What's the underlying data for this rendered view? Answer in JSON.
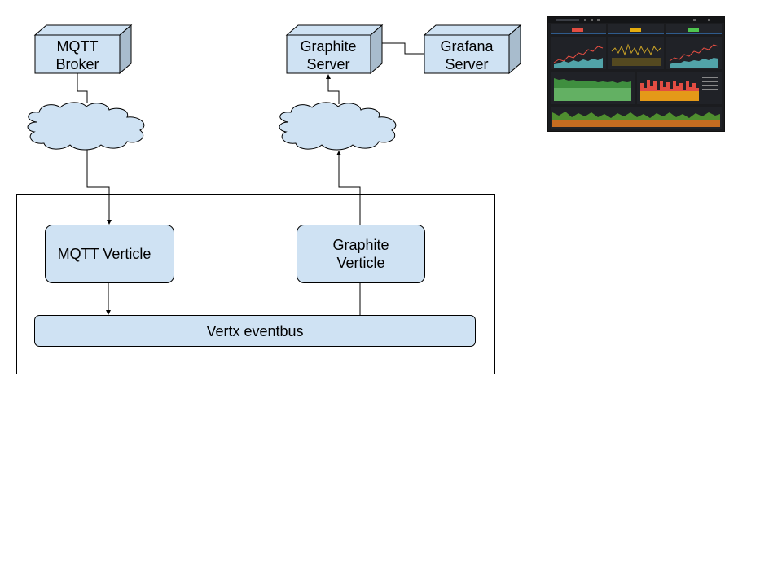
{
  "nodes": {
    "mqtt_broker": [
      "MQTT",
      "Broker"
    ],
    "graphite_server": [
      "Graphite",
      "Server"
    ],
    "grafana_server": [
      "Grafana",
      "Server"
    ],
    "mqtt_verticle": "MQTT Verticle",
    "graphite_verticle": [
      "Graphite",
      "Verticle"
    ],
    "eventbus": "Vertx eventbus"
  },
  "colors": {
    "node_fill": "#cfe2f3",
    "stroke": "#000000",
    "cloud_fill": "#cfe2f3",
    "dashboard_bg": "#1b1c1f"
  },
  "dashboard": {
    "stat_colors": [
      "#e24d42",
      "#e5ac0e",
      "#4fc64f"
    ]
  }
}
